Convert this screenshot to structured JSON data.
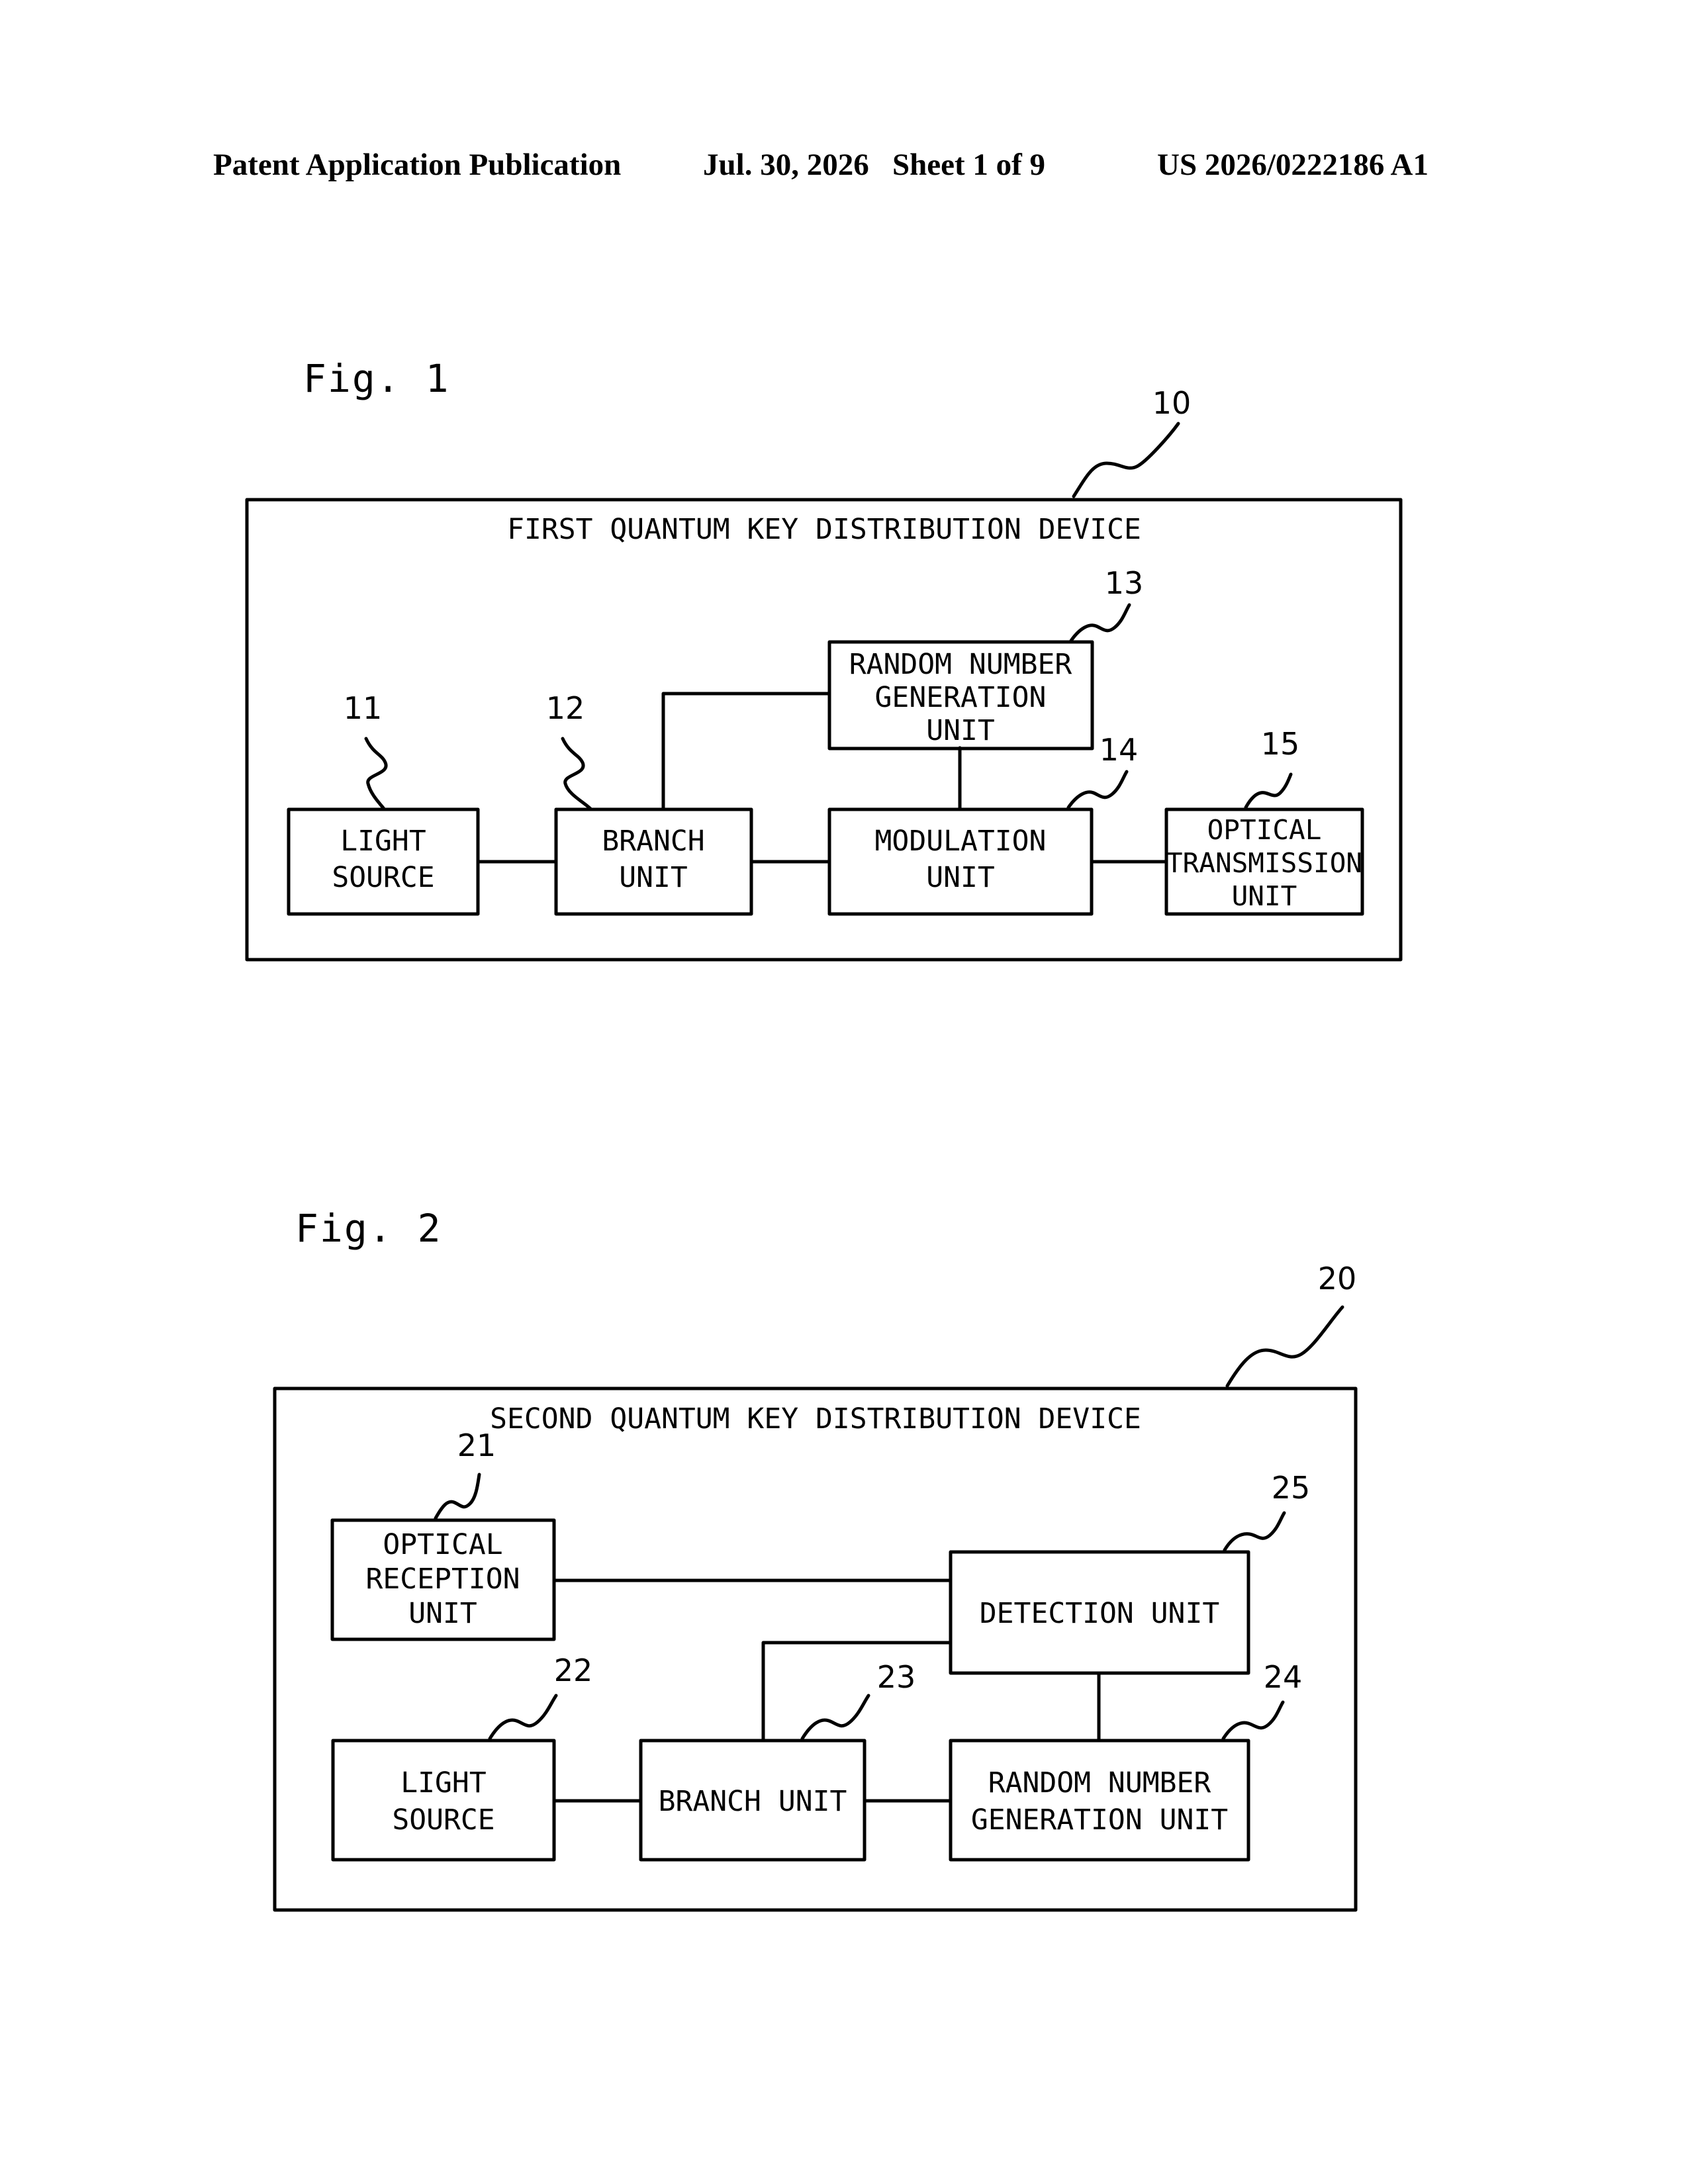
{
  "header": {
    "publication": "Patent Application Publication",
    "date_sheet": "Jul. 30, 2026   Sheet 1 of 9",
    "number": "US 2026/0222186 A1"
  },
  "figures": [
    {
      "label": "Fig. 1",
      "device": {
        "ref": "10",
        "title": "FIRST QUANTUM KEY DISTRIBUTION DEVICE"
      },
      "blocks": [
        {
          "id": "light_source",
          "ref": "11",
          "lines": [
            "LIGHT",
            "SOURCE"
          ]
        },
        {
          "id": "branch_unit",
          "ref": "12",
          "lines": [
            "BRANCH",
            "UNIT"
          ]
        },
        {
          "id": "random_number_generation_unit",
          "ref": "13",
          "lines": [
            "RANDOM NUMBER",
            "GENERATION",
            "UNIT"
          ]
        },
        {
          "id": "modulation_unit",
          "ref": "14",
          "lines": [
            "MODULATION",
            "UNIT"
          ]
        },
        {
          "id": "optical_transmission_unit",
          "ref": "15",
          "lines": [
            "OPTICAL",
            "TRANSMISSION",
            "UNIT"
          ]
        }
      ],
      "connections": [
        [
          "light_source",
          "branch_unit"
        ],
        [
          "branch_unit",
          "modulation_unit"
        ],
        [
          "branch_unit",
          "random_number_generation_unit"
        ],
        [
          "random_number_generation_unit",
          "modulation_unit"
        ],
        [
          "modulation_unit",
          "optical_transmission_unit"
        ]
      ]
    },
    {
      "label": "Fig. 2",
      "device": {
        "ref": "20",
        "title": "SECOND QUANTUM KEY DISTRIBUTION DEVICE"
      },
      "blocks": [
        {
          "id": "optical_reception_unit",
          "ref": "21",
          "lines": [
            "OPTICAL",
            "RECEPTION",
            "UNIT"
          ]
        },
        {
          "id": "light_source",
          "ref": "22",
          "lines": [
            "LIGHT",
            "SOURCE"
          ]
        },
        {
          "id": "branch_unit",
          "ref": "23",
          "lines": [
            "BRANCH UNIT"
          ]
        },
        {
          "id": "random_number_generation_unit",
          "ref": "24",
          "lines": [
            "RANDOM NUMBER",
            "GENERATION UNIT"
          ]
        },
        {
          "id": "detection_unit",
          "ref": "25",
          "lines": [
            "DETECTION UNIT"
          ]
        }
      ],
      "connections": [
        [
          "optical_reception_unit",
          "detection_unit"
        ],
        [
          "branch_unit",
          "detection_unit"
        ],
        [
          "detection_unit",
          "random_number_generation_unit"
        ],
        [
          "light_source",
          "branch_unit"
        ],
        [
          "branch_unit",
          "random_number_generation_unit"
        ]
      ]
    }
  ]
}
